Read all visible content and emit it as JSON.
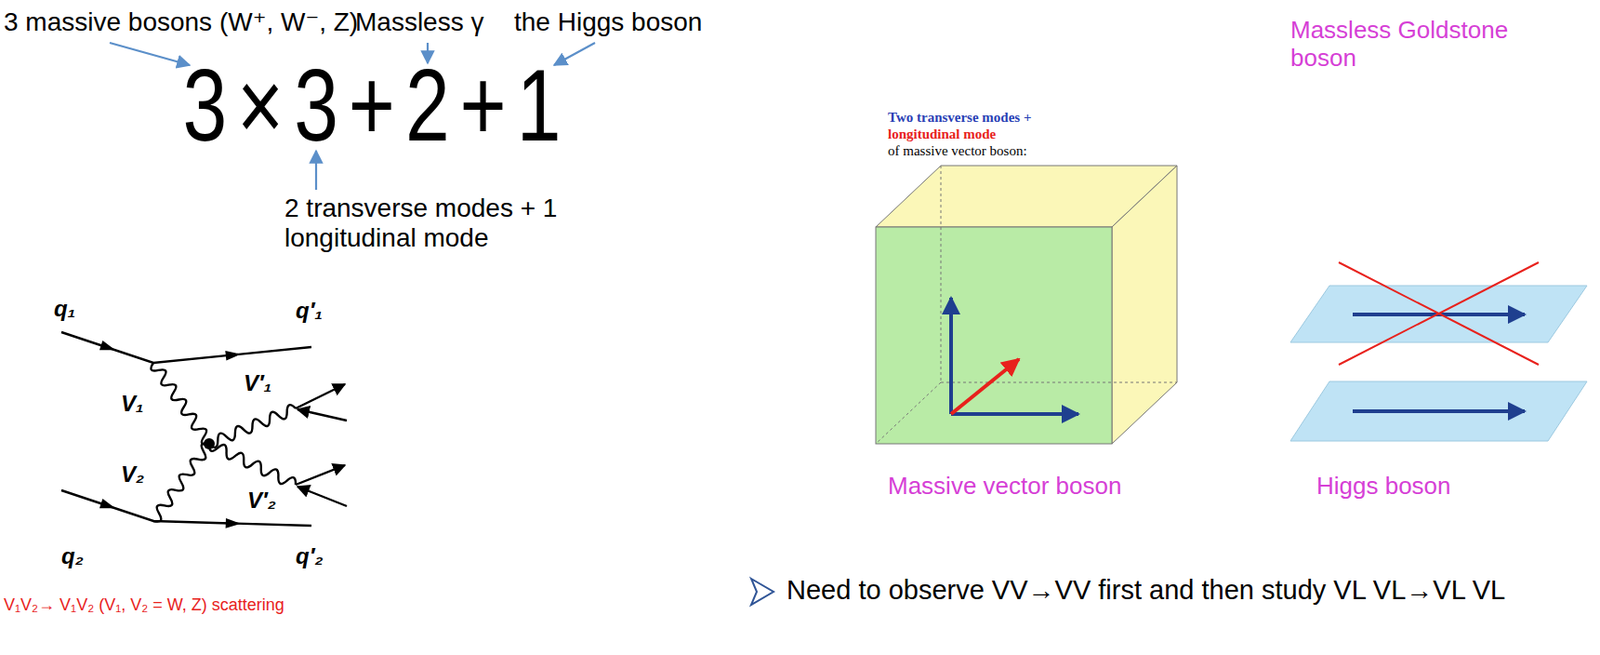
{
  "diagram": {
    "labels": [
      "3 massive bosons (W⁺, W⁻, Z)",
      "Massless γ",
      "the Higgs boson",
      "3 × 3 + 2 + 1",
      "2 transverse modes + 1 longitudinal mode",
      "q₁",
      "q′₁",
      "V₁",
      "V′₁",
      "V₂",
      "V′₂",
      "q₂",
      "q′₂",
      "V₁V₂→ V₁V₂ (V₁, V₂ = W, Z) scattering",
      "Two transverse modes +",
      "longitudinal mode",
      "of massive vector boson:",
      "Massless Goldstone boson",
      "Massive vector boson",
      "Higgs boson",
      "Need to observe VV→VV first and then study VL VL→VL VL"
    ]
  }
}
